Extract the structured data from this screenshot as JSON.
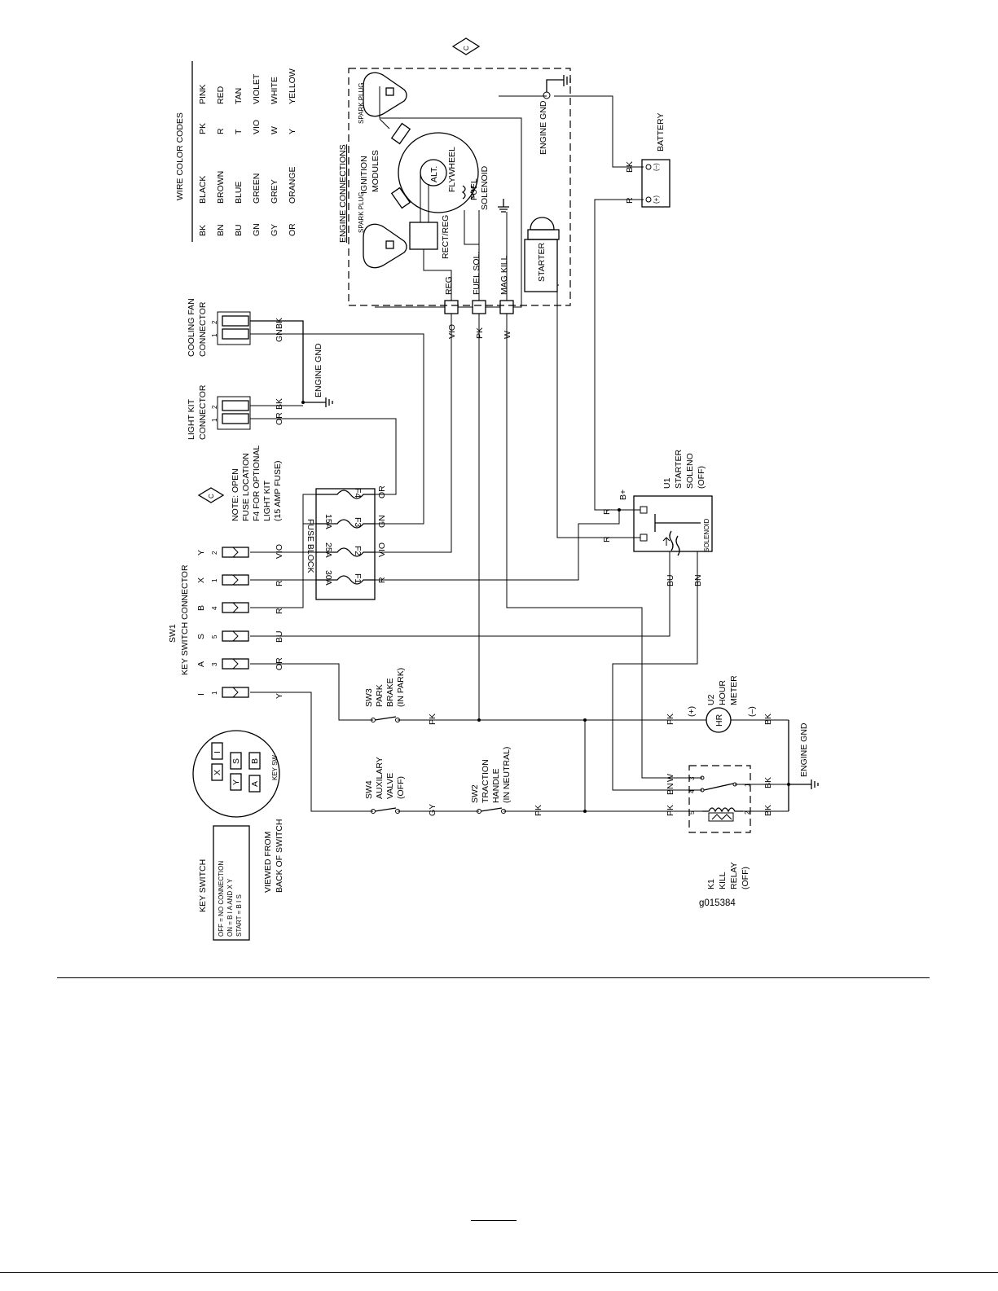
{
  "figure_id": "g015384",
  "wire_codes": {
    "title": "WIRE COLOR CODES",
    "rows": [
      [
        "BK",
        "BLACK",
        "PK",
        "PINK"
      ],
      [
        "BN",
        "BROWN",
        "R",
        "RED"
      ],
      [
        "BU",
        "BLUE",
        "T",
        "TAN"
      ],
      [
        "GN",
        "GREEN",
        "VIO",
        "VIOLET"
      ],
      [
        "GY",
        "GREY",
        "W",
        "WHITE"
      ],
      [
        "OR",
        "ORANGE",
        "Y",
        "YELLOW"
      ]
    ]
  },
  "engine": {
    "title": "ENGINE CONNECTIONS",
    "spark_plug": "SPARK PLUG",
    "ignition_modules": "IGNITION MODULES",
    "flywheel": "FLYWHEEL",
    "alt": "ALT.",
    "fuel_solenoid": "FUEL SOLENOID",
    "rect_reg": "RECT/REG",
    "reg": "REG",
    "fuel_sol": "FUEL SOL.",
    "mag_kill": "MAG KILL",
    "starter": "STARTER",
    "engine_gnd": "ENGINE GND"
  },
  "battery": {
    "label": "BATTERY",
    "neg": "BK",
    "pos": "R"
  },
  "connectors": {
    "cooling_fan": "COOLING FAN CONNECTOR",
    "light_kit": "LIGHT KIT CONNECTOR",
    "engine_gnd": "ENGINE GND"
  },
  "fuse_note": "NOTE: OPEN FUSE LOCATION F4 FOR OPTIONAL LIGHT KIT (15 AMP FUSE)",
  "fuse_block": {
    "label": "FUSE BLOCK",
    "fuses": [
      {
        "id": "F4",
        "rating": ""
      },
      {
        "id": "F3",
        "rating": "15A"
      },
      {
        "id": "F2",
        "rating": "25A"
      },
      {
        "id": "F1",
        "rating": "30A"
      }
    ]
  },
  "key_switch_connector": {
    "title": "SW1 KEY SWITCH CONNECTOR",
    "pins": [
      {
        "letter": "Y",
        "num": "2",
        "wire": "VIO"
      },
      {
        "letter": "X",
        "num": "1",
        "wire": "R"
      },
      {
        "letter": "B",
        "num": "4",
        "wire": "R"
      },
      {
        "letter": "S",
        "num": "5",
        "wire": "BU"
      },
      {
        "letter": "A",
        "num": "3",
        "wire": "OR"
      },
      {
        "letter": "I",
        "num": "1",
        "wire": "Y"
      }
    ]
  },
  "starter_solenoid": {
    "label": "U1 STARTER SOLENO (OFF)",
    "b_plus": "B+",
    "solenoid": "SOLENOID"
  },
  "key_switch": {
    "face_label": "KEY SW",
    "terminals": [
      "X",
      "I",
      "Y",
      "S",
      "A",
      "B"
    ],
    "table_title": "KEY SWITCH",
    "table": [
      [
        "OFF",
        "= NO CONNECTION"
      ],
      [
        "ON",
        "= B I A AND X Y"
      ],
      [
        "START",
        "= B I S"
      ]
    ],
    "viewed_from": "VIEWED FROM BACK OF SWITCH"
  },
  "switches": {
    "sw3": "SW3 PARK BRAKE (IN PARK)",
    "sw4": "SW4 AUXILARY VALVE (OFF)",
    "sw2": "SW2 TRACTION HANDLE (IN NEUTRAL)"
  },
  "hour_meter": {
    "label": "U2 HOUR METER",
    "hr": "HR",
    "plus": "(+)",
    "minus": "(–)"
  },
  "kill_relay": {
    "label": "K1 KILL RELAY (OFF)"
  },
  "engine_gnd_right": "ENGINE GND",
  "wires": {
    "vio": "VIO",
    "pk": "PK",
    "w": "W",
    "r": "R",
    "gn": "GN",
    "or": "OR",
    "bk": "BK",
    "bu": "BU",
    "bn": "BN",
    "gy": "GY",
    "y": "Y"
  }
}
